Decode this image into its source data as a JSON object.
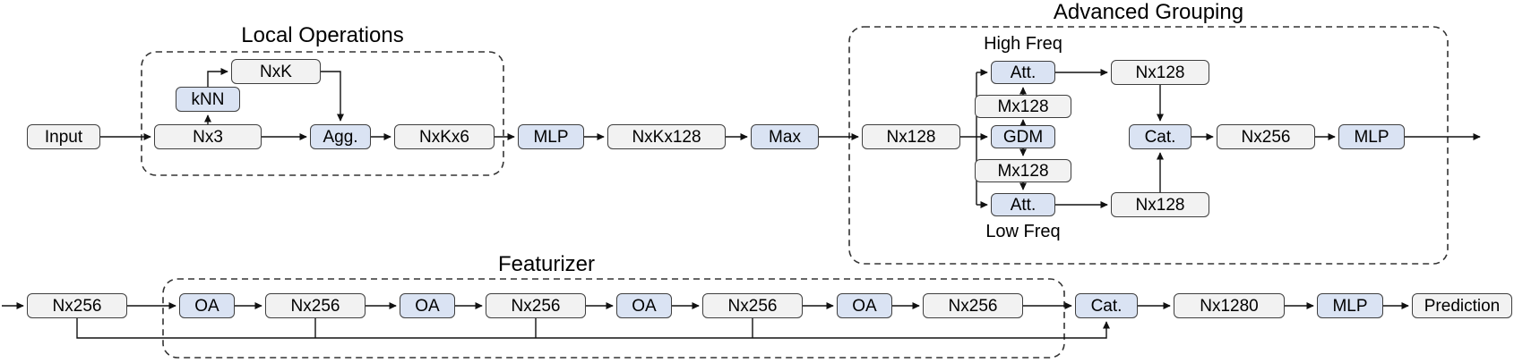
{
  "titles": {
    "local_operations": "Local Operations",
    "advanced_grouping": "Advanced Grouping",
    "featurizer": "Featurizer"
  },
  "annotations": {
    "high_freq": "High Freq",
    "low_freq": "Low Freq"
  },
  "nodes": {
    "input": "Input",
    "nxk": "NxK",
    "knn": "kNN",
    "nx3": "Nx3",
    "agg": "Agg.",
    "nxkx6": "NxKx6",
    "mlp_top1": "MLP",
    "nxkx128": "NxKx128",
    "max": "Max",
    "nx128_in": "Nx128",
    "att_high": "Att.",
    "mx128_high": "Mx128",
    "gdm": "GDM",
    "mx128_low": "Mx128",
    "att_low": "Att.",
    "nx128_high": "Nx128",
    "nx128_low": "Nx128",
    "cat_top": "Cat.",
    "nx256_top": "Nx256",
    "mlp_top2": "MLP",
    "nx256_in": "Nx256",
    "oa1": "OA",
    "nx256_1": "Nx256",
    "oa2": "OA",
    "nx256_2": "Nx256",
    "oa3": "OA",
    "nx256_3": "Nx256",
    "oa4": "OA",
    "nx256_4": "Nx256",
    "cat_bottom": "Cat.",
    "nx1280": "Nx1280",
    "mlp_bottom": "MLP",
    "prediction": "Prediction"
  },
  "colors": {
    "operation_fill": "#dae3f3",
    "tensor_fill": "#f2f2f2",
    "node_border": "#3f3f3f",
    "group_border": "#333333",
    "arrow": "#111111"
  }
}
